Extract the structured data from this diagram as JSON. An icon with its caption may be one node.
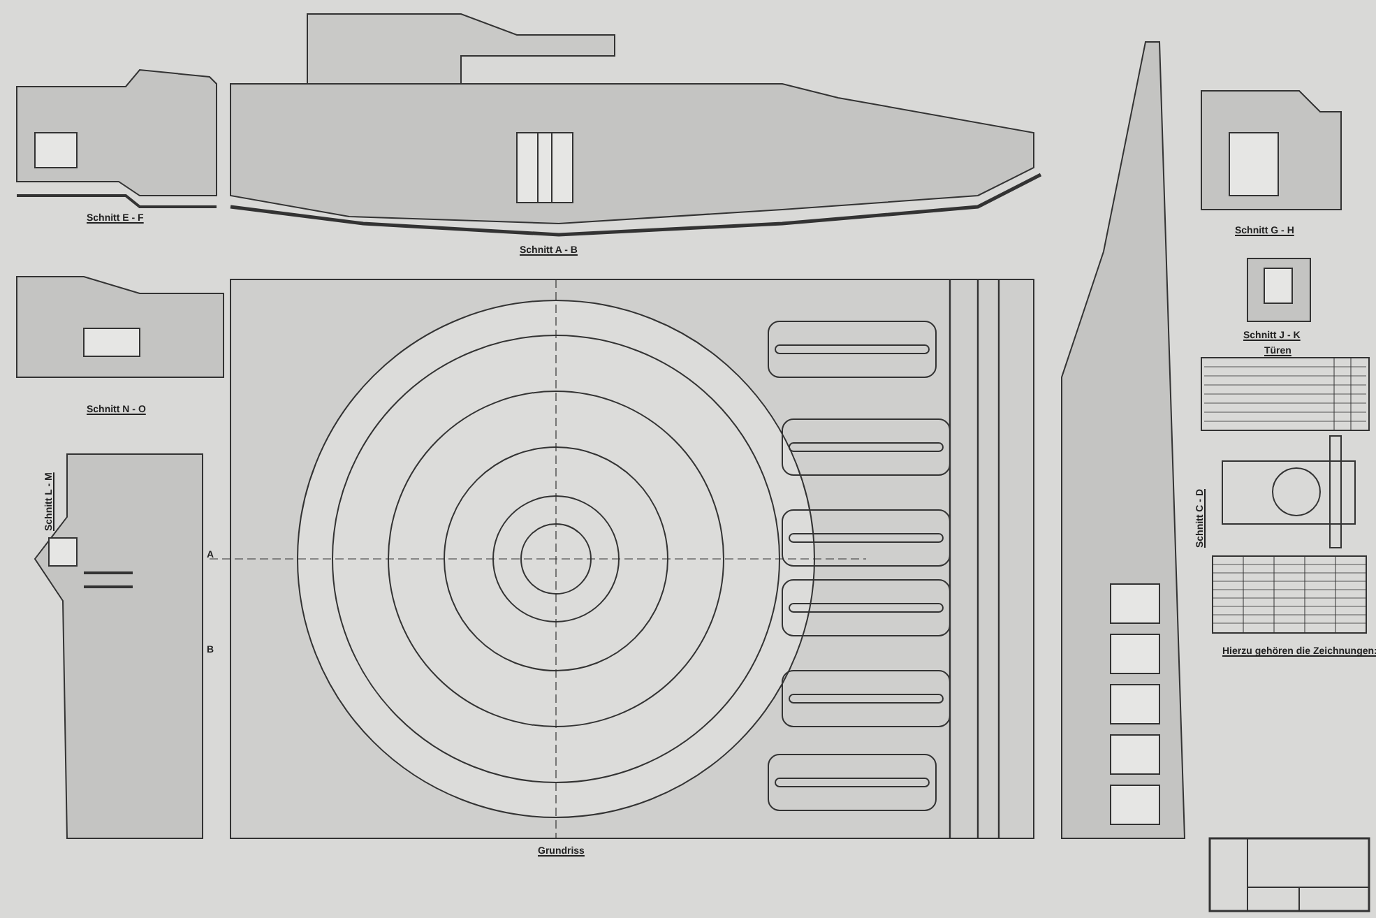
{
  "diagram": {
    "labels": [
      "Schnitt E - F",
      "Schnitt A - B",
      "Schnitt G - H",
      "Schnitt J - K",
      "Türen",
      "Schnitt N - O",
      "A",
      "B",
      "Schnitt L - M",
      "Schnitt C - D",
      "Hierzu gehören die Zeichnungen:",
      "Grundriss"
    ]
  }
}
